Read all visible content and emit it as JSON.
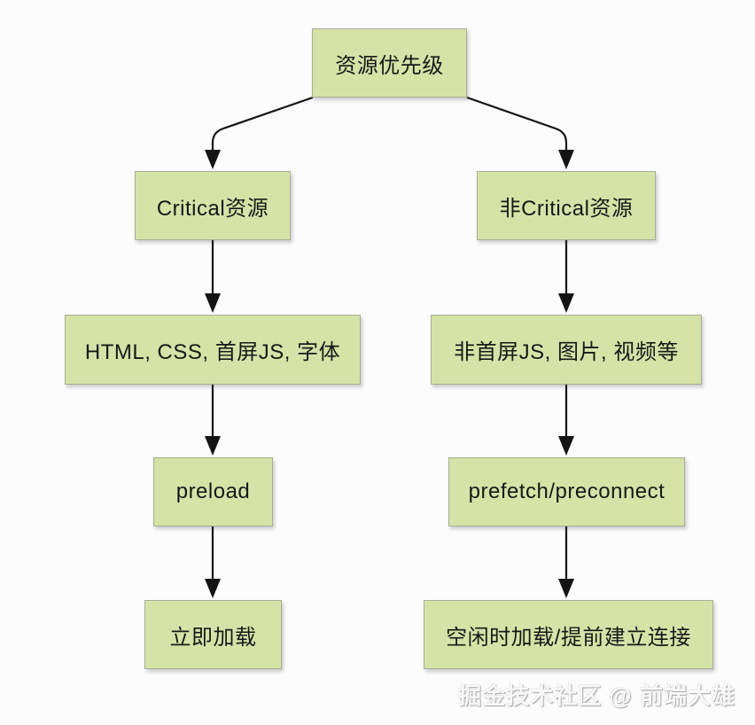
{
  "page": {
    "background": "#fcfcfd"
  },
  "diagram": {
    "type": "flowchart",
    "node_fill": "#d6e3a7",
    "node_border": "#a9ad96",
    "arrow_color": "#141414",
    "nodes": {
      "root": {
        "label": "资源优先级"
      },
      "critical": {
        "label": "Critical资源"
      },
      "non_critical": {
        "label": "非Critical资源"
      },
      "critical_resources": {
        "label": "HTML, CSS, 首屏JS, 字体"
      },
      "non_critical_resources": {
        "label": "非首屏JS, 图片, 视频等"
      },
      "preload": {
        "label": "preload"
      },
      "prefetch": {
        "label": "prefetch/preconnect"
      },
      "load_now": {
        "label": "立即加载"
      },
      "load_idle": {
        "label": "空闲时加载/提前建立连接"
      }
    },
    "edges": [
      {
        "from": "root",
        "to": "critical"
      },
      {
        "from": "root",
        "to": "non_critical"
      },
      {
        "from": "critical",
        "to": "critical_resources"
      },
      {
        "from": "non_critical",
        "to": "non_critical_resources"
      },
      {
        "from": "critical_resources",
        "to": "preload"
      },
      {
        "from": "non_critical_resources",
        "to": "prefetch"
      },
      {
        "from": "preload",
        "to": "load_now"
      },
      {
        "from": "prefetch",
        "to": "load_idle"
      }
    ]
  },
  "watermark": {
    "text": "掘金技术社区 @ 前端大雄"
  }
}
